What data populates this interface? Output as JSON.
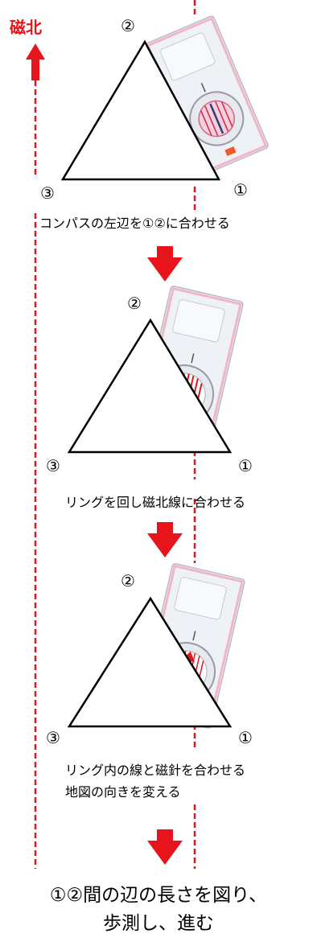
{
  "north_label": "磁北",
  "steps": [
    {
      "points": [
        "①",
        "②",
        "③"
      ],
      "caption": [
        "コンパスの左辺を①②に合わせる"
      ]
    },
    {
      "points": [
        "①",
        "②",
        "③"
      ],
      "caption": [
        "リングを回し磁北線に合わせる"
      ]
    },
    {
      "points": [
        "①",
        "②",
        "③"
      ],
      "caption": [
        "リング内の線と磁針を合わせる",
        "地図の向きを変える"
      ]
    }
  ],
  "final_text": [
    "①②間の辺の長さを図り、",
    "歩測し、進む"
  ],
  "colors": {
    "accent": "#e8141b",
    "line": "#000000",
    "compass_frame": "#b9b9c6",
    "compass_body": "#eef1f5"
  }
}
